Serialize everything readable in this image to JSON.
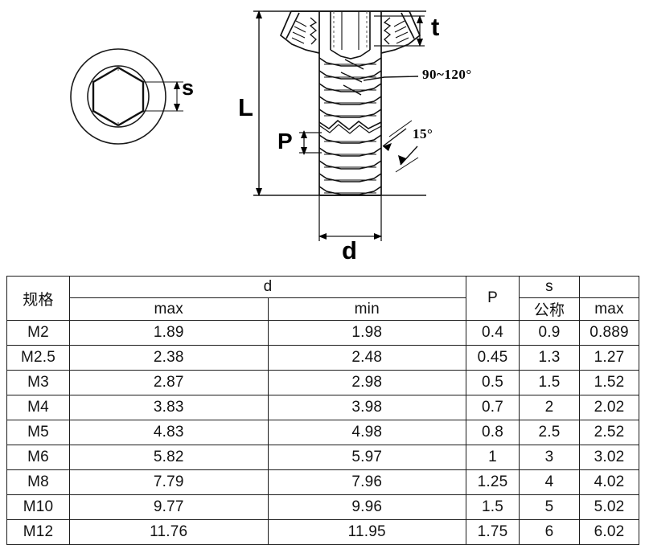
{
  "drawing": {
    "title": "hex-socket-set-screw-dimensional-drawing",
    "labels": {
      "length": "L",
      "socket_depth": "t",
      "pitch": "P",
      "major_diameter": "d",
      "socket_width": "s",
      "cone_angle": "90~120°",
      "chamfer_angle": "15°"
    },
    "line_color": "#000000",
    "background": "#ffffff"
  },
  "table": {
    "header_top": {
      "spec": "规格",
      "d": "d",
      "p": "P",
      "s": "s",
      "s_blank": ""
    },
    "header_sub": {
      "d_max": "max",
      "d_min": "min",
      "s_nominal": "公称",
      "s_max": "max"
    },
    "rows": [
      {
        "spec": "M2",
        "d_max": "1.89",
        "d_min": "1.98",
        "p": "0.4",
        "s_nominal": "0.9",
        "s_max": "0.889"
      },
      {
        "spec": "M2.5",
        "d_max": "2.38",
        "d_min": "2.48",
        "p": "0.45",
        "s_nominal": "1.3",
        "s_max": "1.27"
      },
      {
        "spec": "M3",
        "d_max": "2.87",
        "d_min": "2.98",
        "p": "0.5",
        "s_nominal": "1.5",
        "s_max": "1.52"
      },
      {
        "spec": "M4",
        "d_max": "3.83",
        "d_min": "3.98",
        "p": "0.7",
        "s_nominal": "2",
        "s_max": "2.02"
      },
      {
        "spec": "M5",
        "d_max": "4.83",
        "d_min": "4.98",
        "p": "0.8",
        "s_nominal": "2.5",
        "s_max": "2.52"
      },
      {
        "spec": "M6",
        "d_max": "5.82",
        "d_min": "5.97",
        "p": "1",
        "s_nominal": "3",
        "s_max": "3.02"
      },
      {
        "spec": "M8",
        "d_max": "7.79",
        "d_min": "7.96",
        "p": "1.25",
        "s_nominal": "4",
        "s_max": "4.02"
      },
      {
        "spec": "M10",
        "d_max": "9.77",
        "d_min": "9.96",
        "p": "1.5",
        "s_nominal": "5",
        "s_max": "5.02"
      },
      {
        "spec": "M12",
        "d_max": "11.76",
        "d_min": "11.95",
        "p": "1.75",
        "s_nominal": "6",
        "s_max": "6.02"
      }
    ]
  }
}
